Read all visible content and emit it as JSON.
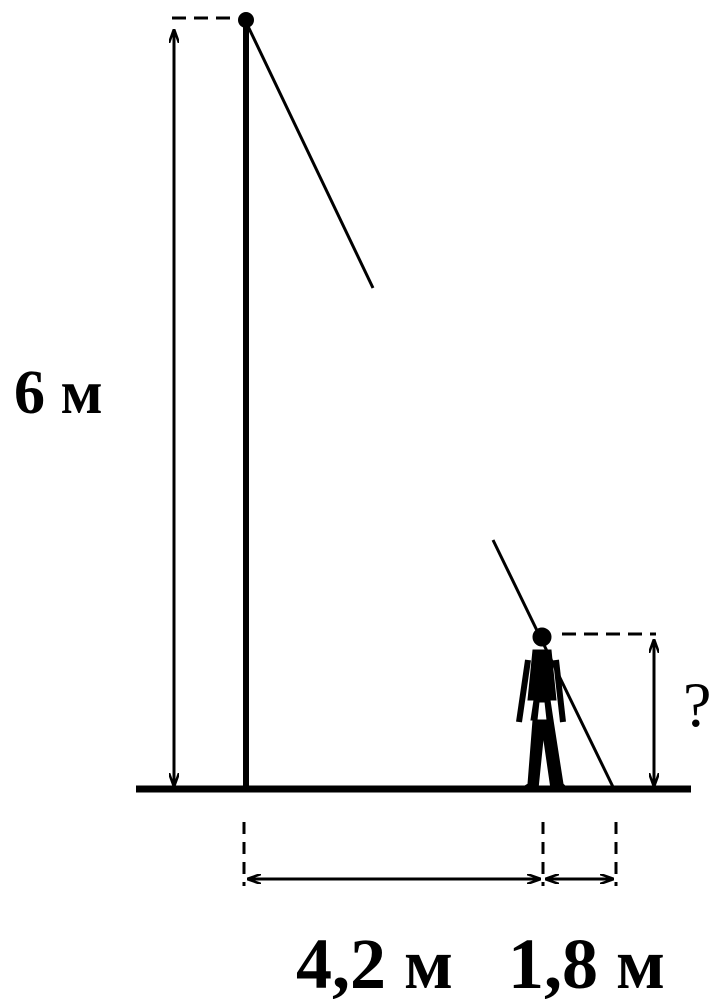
{
  "labels": {
    "lamp_height": "6 м",
    "person_height": "?",
    "distance_lamp_person": "4,2 м",
    "shadow_length": "1,8 м"
  },
  "colors": {
    "ink": "#000000",
    "background": "#ffffff"
  }
}
